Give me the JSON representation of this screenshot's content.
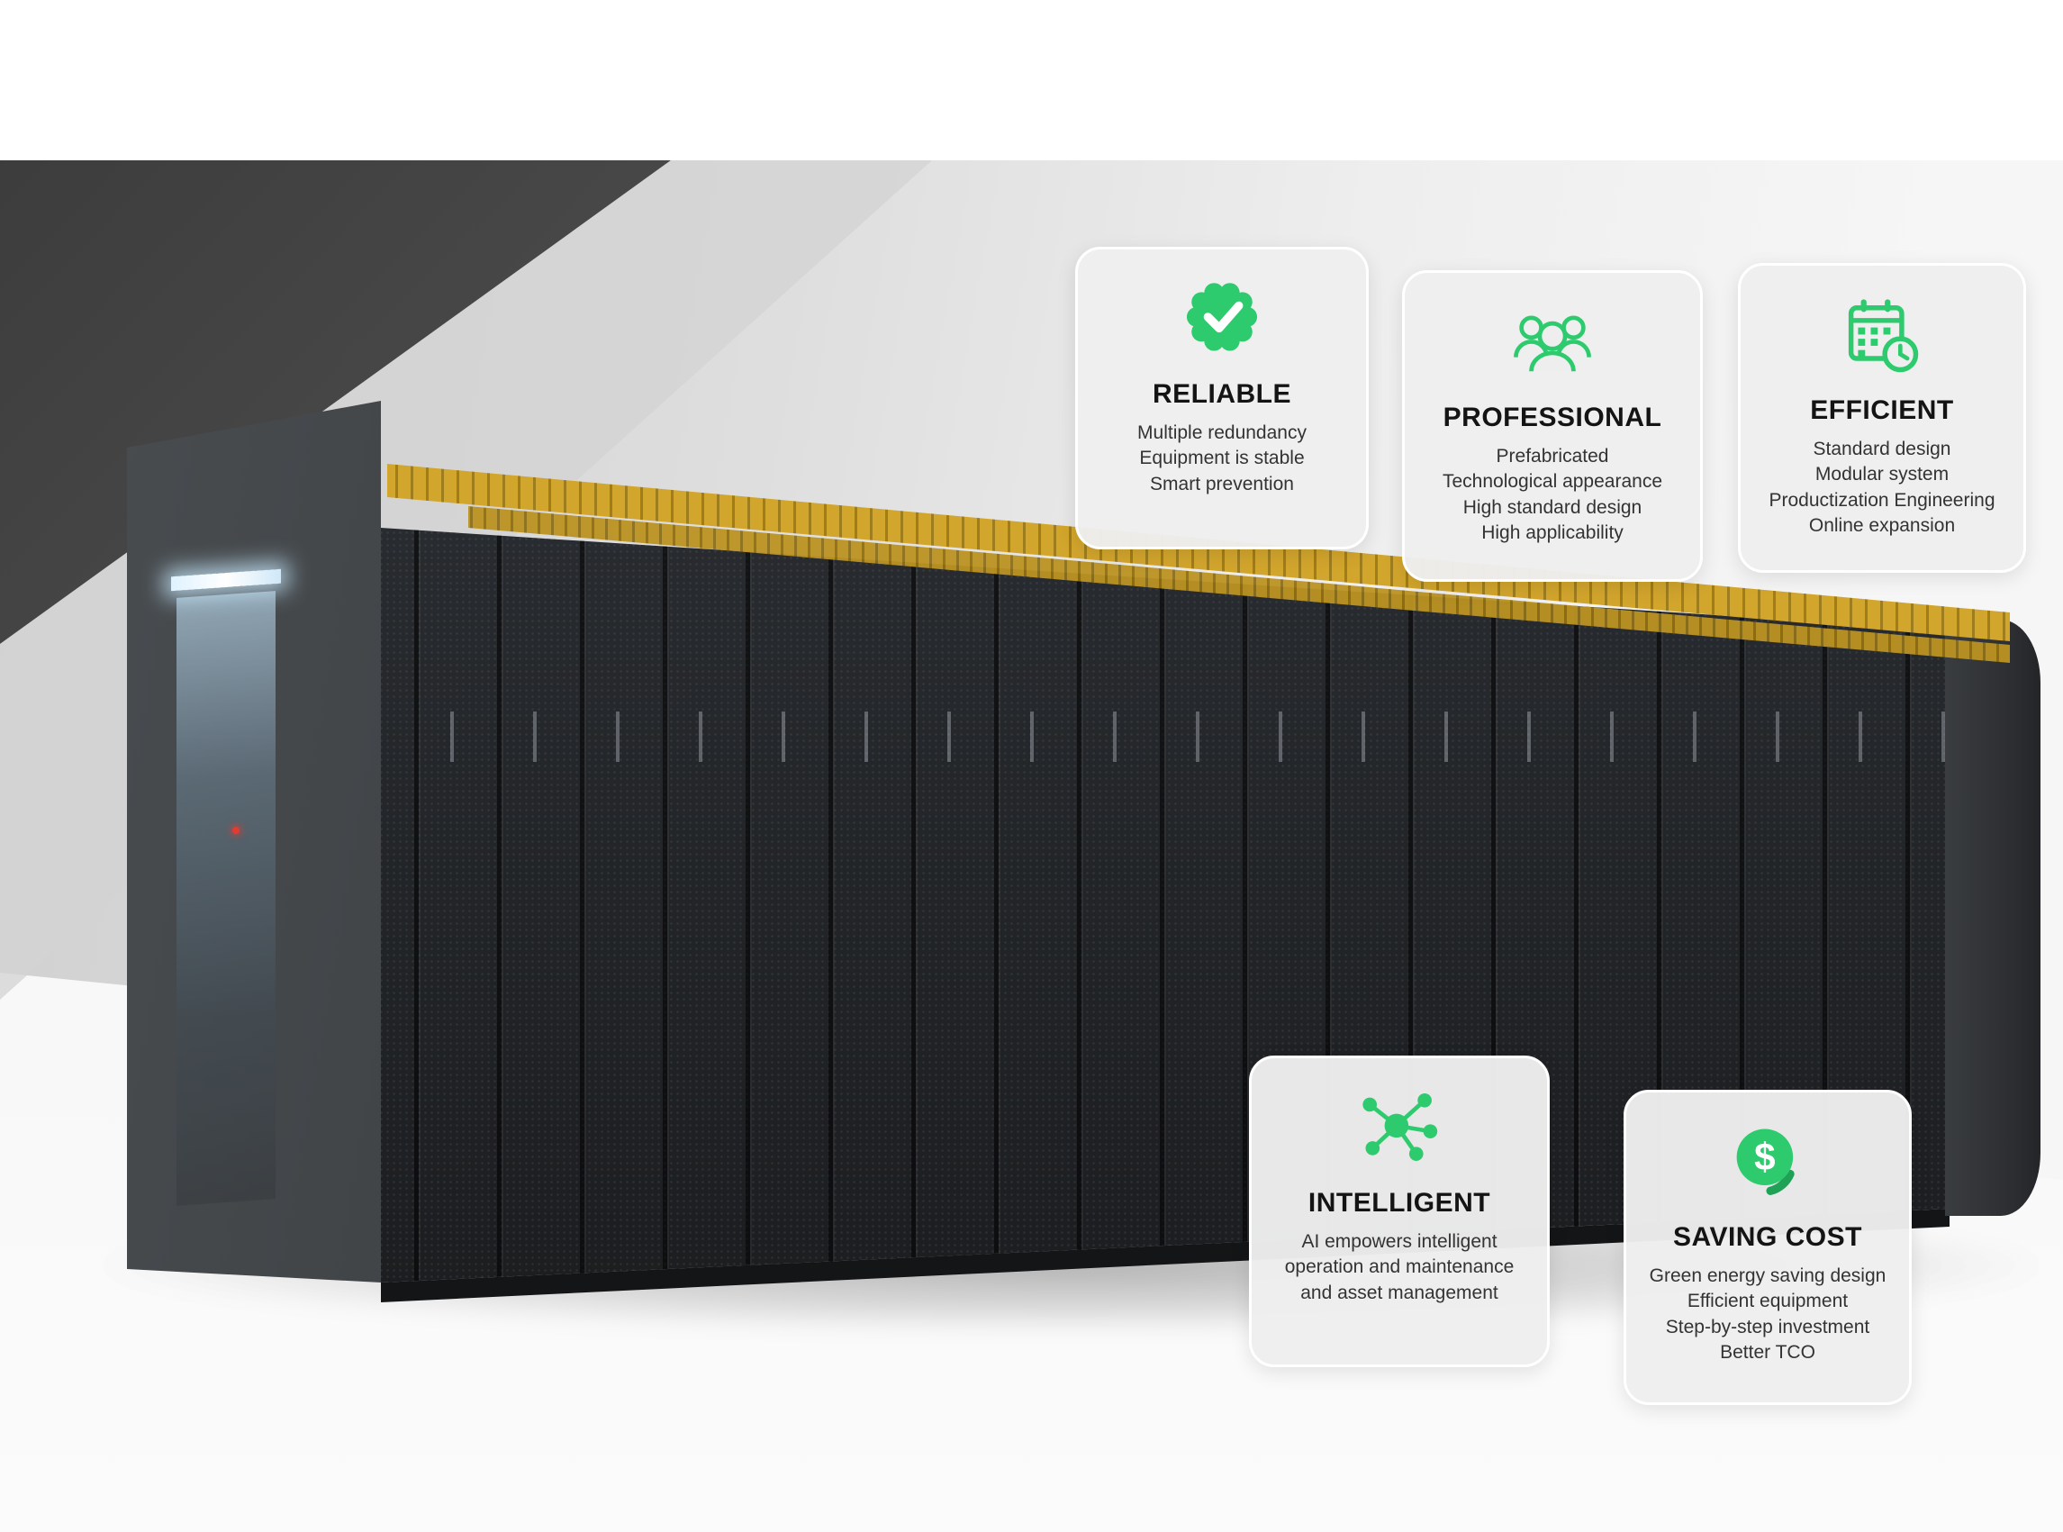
{
  "accent_color": "#2ECA6E",
  "scene": {
    "description": "modular data center row of black server racks with yellow overhead cable trays"
  },
  "cards": [
    {
      "id": "reliable",
      "icon": "check-badge-icon",
      "title": "RELIABLE",
      "lines": [
        "Multiple redundancy",
        "Equipment is stable",
        "Smart prevention"
      ]
    },
    {
      "id": "professional",
      "icon": "people-icon",
      "title": "PROFESSIONAL",
      "lines": [
        "Prefabricated",
        "Technological appearance",
        "High standard design",
        "High applicability"
      ]
    },
    {
      "id": "efficient",
      "icon": "calendar-clock-icon",
      "title": "EFFICIENT",
      "lines": [
        "Standard design",
        "Modular system",
        "Productization Engineering",
        "Online expansion"
      ]
    },
    {
      "id": "intelligent",
      "icon": "network-hub-icon",
      "title": "INTELLIGENT",
      "lines": [
        "AI empowers intelligent",
        "operation and maintenance",
        "and asset management"
      ]
    },
    {
      "id": "saving-cost",
      "icon": "dollar-coin-icon",
      "title": "SAVING COST",
      "lines": [
        "Green energy saving design",
        "Efficient equipment",
        "Step-by-step investment",
        "Better TCO"
      ]
    }
  ]
}
